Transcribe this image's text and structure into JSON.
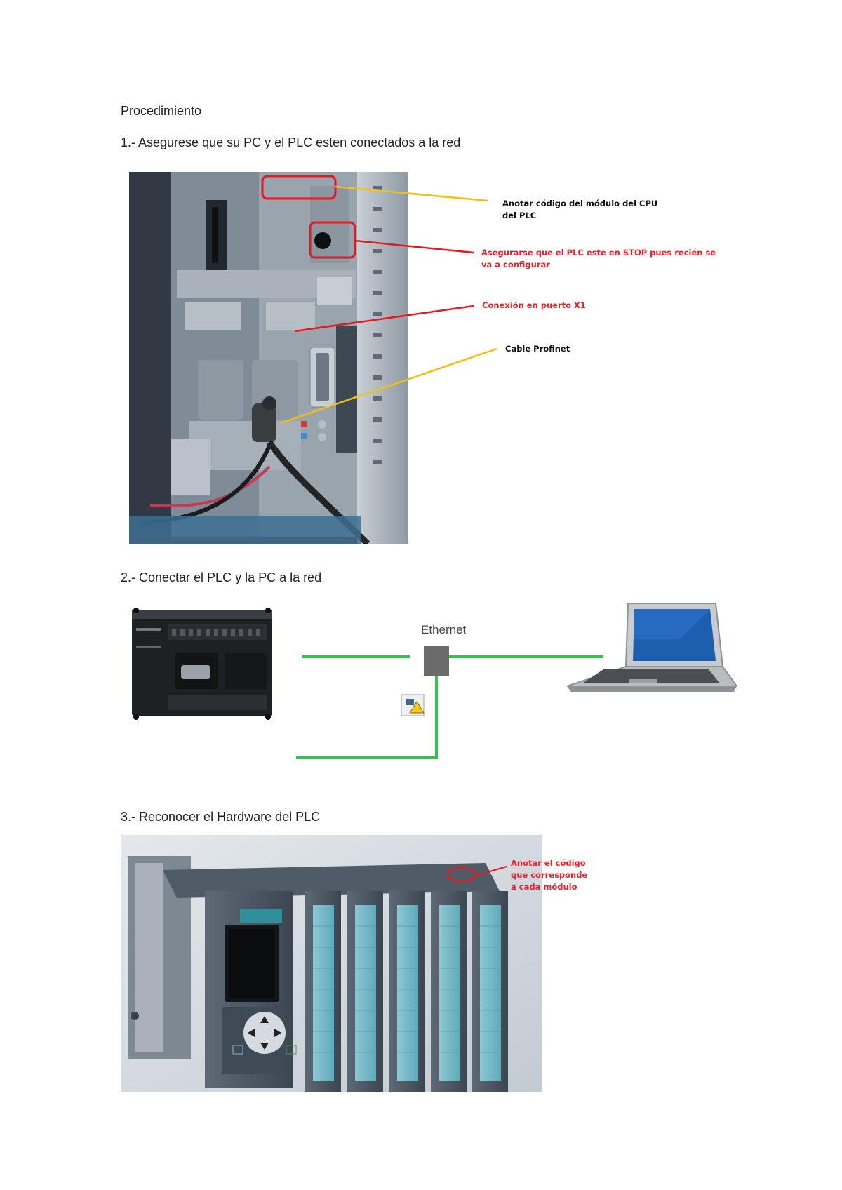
{
  "document": {
    "heading": "Procedimiento",
    "steps": [
      {
        "title": "1.- Asegurese que su PC y el PLC esten conectados a la red"
      },
      {
        "title": "2.- Conectar el PLC y la PC a la red"
      },
      {
        "title": "3.- Reconocer el Hardware del PLC"
      }
    ]
  },
  "photo1": {
    "annotations": {
      "cpu_code": "Anotar código del módulo del CPU del PLC",
      "stop_mode": "Asegurarse que el PLC este en STOP pues recién se va a configurar",
      "port_x1": "Conexión en puerto X1",
      "profinet": "Cable Profinet"
    },
    "colors": {
      "yellow_line": "#f2c010",
      "red_line": "#e01b24",
      "red_text": "#e8222a"
    }
  },
  "network": {
    "switch_label": "Ethernet",
    "colors": {
      "cable": "#35c24a",
      "switch": "#6b6b6b"
    }
  },
  "photo3": {
    "annotation": "Anotar el código que corresponde a cada módulo"
  }
}
